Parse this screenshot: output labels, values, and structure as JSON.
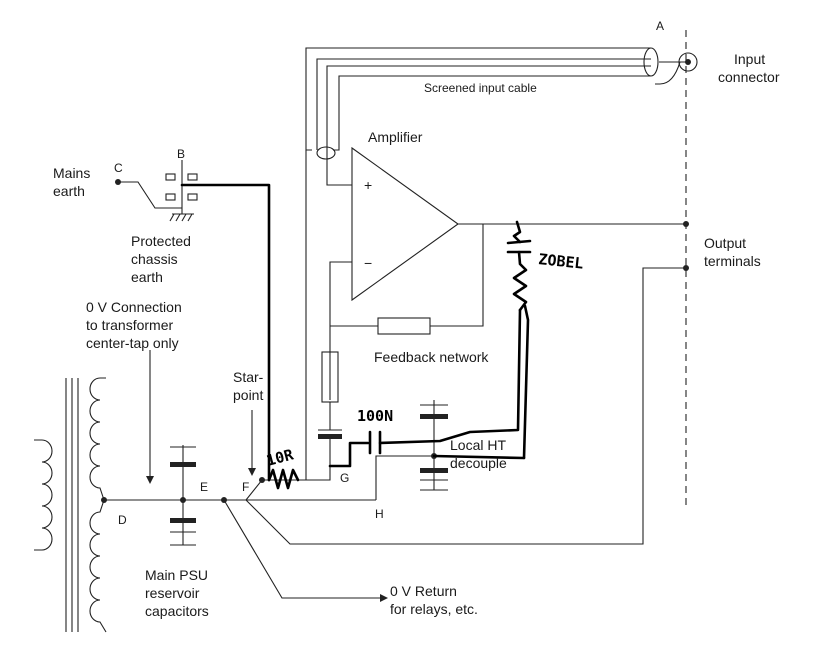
{
  "labels": {
    "point_a": "A",
    "point_b": "B",
    "point_c": "C",
    "point_d": "D",
    "point_e": "E",
    "point_f": "F",
    "point_g": "G",
    "point_h": "H",
    "input_connector_1": "Input",
    "input_connector_2": "connector",
    "screened_cable": "Screened input cable",
    "amplifier": "Amplifier",
    "plus": "+",
    "minus": "−",
    "mains_earth_1": "Mains",
    "mains_earth_2": "earth",
    "chassis_1": "Protected",
    "chassis_2": "chassis",
    "chassis_3": "earth",
    "output_1": "Output",
    "output_2": "terminals",
    "zv_conn_1": "0 V Connection",
    "zv_conn_2": "to transformer",
    "zv_conn_3": "center-tap only",
    "feedback": "Feedback network",
    "star_1": "Star-",
    "star_2": "point",
    "local_ht_1": "Local HT",
    "local_ht_2": "decouple",
    "psu_1": "Main PSU",
    "psu_2": "reservoir",
    "psu_3": "capacitors",
    "return_1": "0 V Return",
    "return_2": "for relays, etc."
  },
  "handwritten": {
    "zobel": "ZOBEL",
    "cap_100n": "100N",
    "res_10r": "10R"
  },
  "colors": {
    "ink": "#222222",
    "hand_ink": "#000000",
    "background": "#ffffff"
  }
}
